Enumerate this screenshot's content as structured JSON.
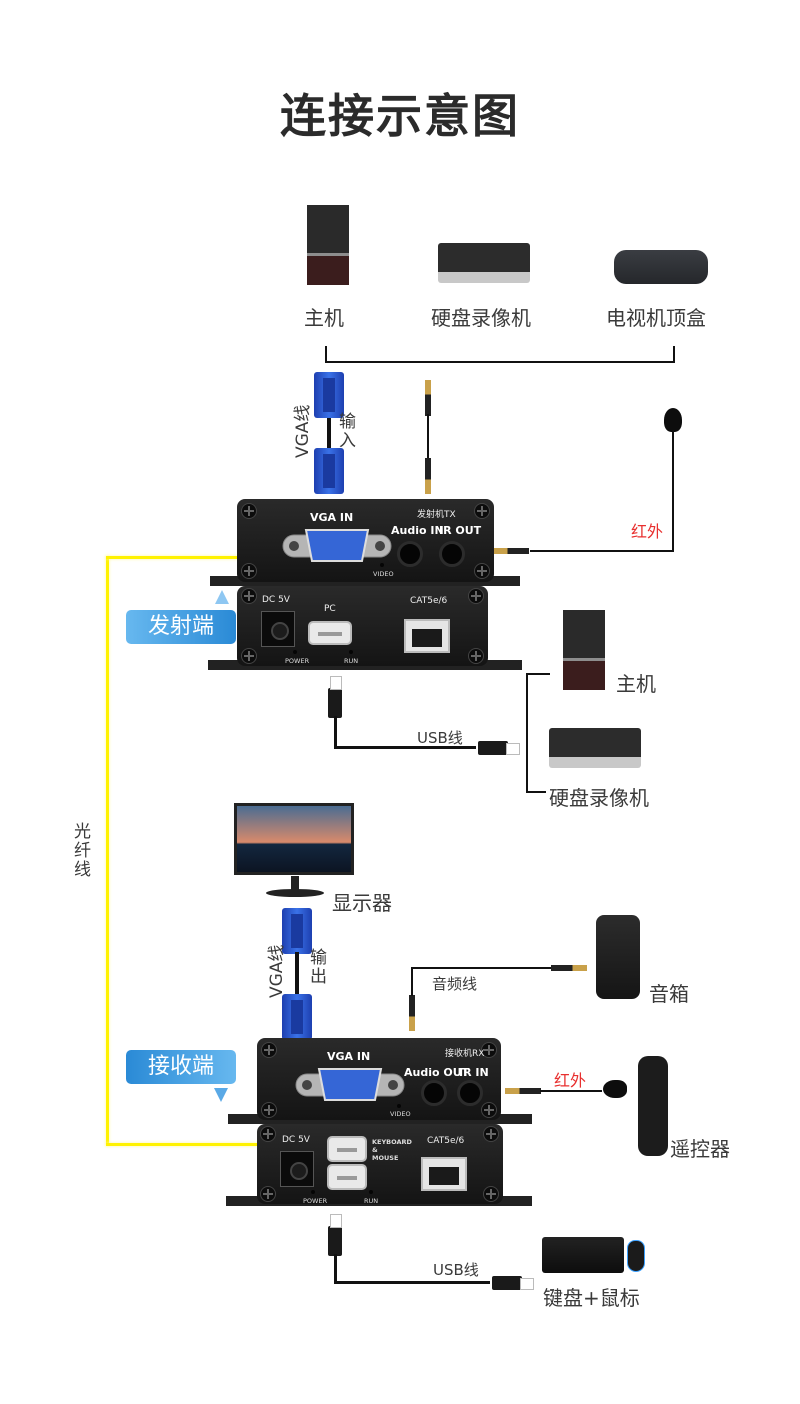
{
  "title": "连接示意图",
  "sources": [
    {
      "label": "主机",
      "icon": "pc-tower-icon"
    },
    {
      "label": "硬盘录像机",
      "icon": "nvr-icon"
    },
    {
      "label": "电视机顶盒",
      "icon": "set-top-box-icon"
    }
  ],
  "transmitter": {
    "tag": "发射端",
    "model_label": "发射机TX",
    "front": {
      "vga_label": "VGA IN",
      "audio_label": "Audio IN",
      "ir_label": "IR OUT",
      "video_led_label": "VIDEO"
    },
    "back": {
      "dc_label": "DC 5V",
      "usb_label": "PC",
      "cat_label": "CAT5e/6",
      "power_led_label": "POWER",
      "run_led_label": "RUN"
    },
    "vga_cable": {
      "label": "VGA线",
      "direction": "输入"
    },
    "ir_label": "红外",
    "usb_cable_label": "USB线",
    "usb_targets": [
      {
        "label": "主机",
        "icon": "pc-tower-icon"
      },
      {
        "label": "硬盘录像机",
        "icon": "nvr-icon"
      }
    ]
  },
  "fiber_label": "光纤线",
  "receiver": {
    "tag": "接收端",
    "model_label": "接收机RX",
    "front": {
      "vga_label": "VGA IN",
      "audio_label": "Audio OUT",
      "ir_label": "IR IN",
      "video_led_label": "VIDEO"
    },
    "back": {
      "dc_label": "DC 5V",
      "usb_label": "KEYBOARD & MOUSE",
      "usb_label_lines": [
        "KEYBOARD",
        "&",
        "MOUSE"
      ],
      "cat_label": "CAT5e/6",
      "power_led_label": "POWER",
      "run_led_label": "RUN"
    },
    "monitor_label": "显示器",
    "vga_cable": {
      "label": "VGA线",
      "direction": "输出"
    },
    "audio_cable_label": "音频线",
    "speaker_label": "音箱",
    "ir_label": "红外",
    "remote_label": "遥控器",
    "usb_cable_label": "USB线",
    "kbm_label": "键盘+鼠标"
  },
  "colors": {
    "fiber": "#fff200",
    "ir_label": "#e8302f",
    "tag_blue": "#2a8ad6",
    "vga_blue": "#2a5bd6"
  }
}
